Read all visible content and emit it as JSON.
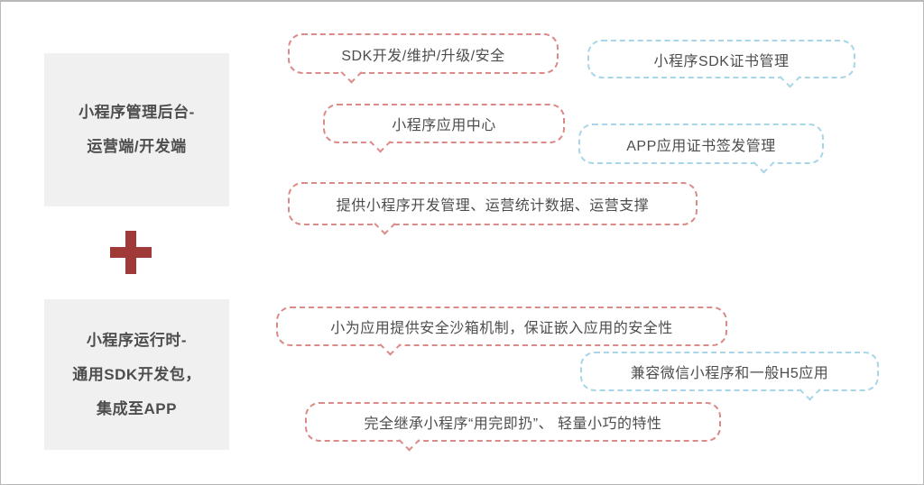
{
  "left_panel": {
    "box1": {
      "lines": [
        "小程序管理后台-",
        "运营端/开发端"
      ]
    },
    "plus_symbol": "+",
    "box2": {
      "lines": [
        "小程序运行时-",
        "通用SDK开发包，",
        "集成至APP"
      ]
    }
  },
  "bubbles": [
    {
      "text": "SDK开发/维护/升级/安全",
      "color": "red",
      "tail": "bottom-left"
    },
    {
      "text": "小程序SDK证书管理",
      "color": "blue",
      "tail": "bottom-right"
    },
    {
      "text": "小程序应用中心",
      "color": "red",
      "tail": "bottom-left"
    },
    {
      "text": "APP应用证书签发管理",
      "color": "blue",
      "tail": "bottom-right"
    },
    {
      "text": "提供小程序开发管理、运营统计数据、运营支撑",
      "color": "red",
      "tail": "bottom-left"
    },
    {
      "text": "小为应用提供安全沙箱机制，保证嵌入应用的安全性",
      "color": "red",
      "tail": "bottom-left"
    },
    {
      "text": "兼容微信小程序和一般H5应用",
      "color": "blue",
      "tail": "bottom-right"
    },
    {
      "text": "完全继承小程序“用完即扔”、 轻量小巧的特性",
      "color": "red",
      "tail": "bottom-left"
    }
  ],
  "colors": {
    "red_bubble_border": "#db8a87",
    "blue_bubble_border": "#a8d6e8",
    "plus": "#a03a38",
    "box_background": "#f0f0f0",
    "text": "#4d4d4d",
    "frame_border": "#b8b8b8"
  }
}
